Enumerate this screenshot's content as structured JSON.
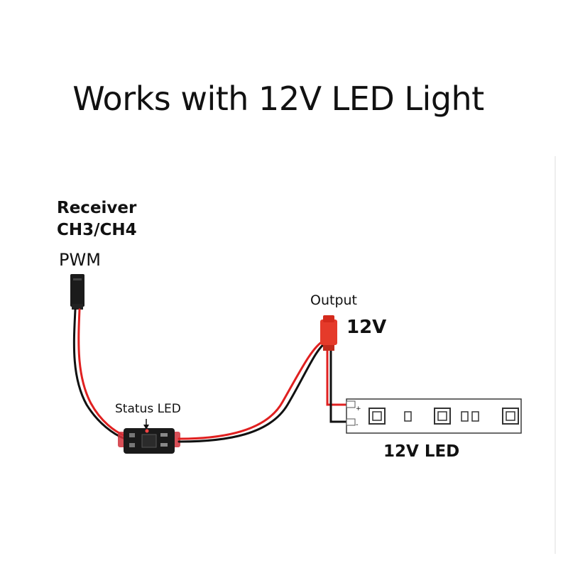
{
  "title": "Works with 12V LED Light",
  "labels": {
    "receiver_line1": "Receiver",
    "receiver_line2": "CH3/CH4",
    "pwm": "PWM",
    "output": "Output",
    "output_voltage": "12V",
    "status_led": "Status LED",
    "led_strip": "12V LED",
    "strip_plus": "+",
    "strip_minus": "-"
  },
  "colors": {
    "red_wire": "#e02020",
    "black_wire": "#111111",
    "connector_red": "#e53a2a",
    "module": "#1a1a1a",
    "strip_outline": "#444444"
  }
}
